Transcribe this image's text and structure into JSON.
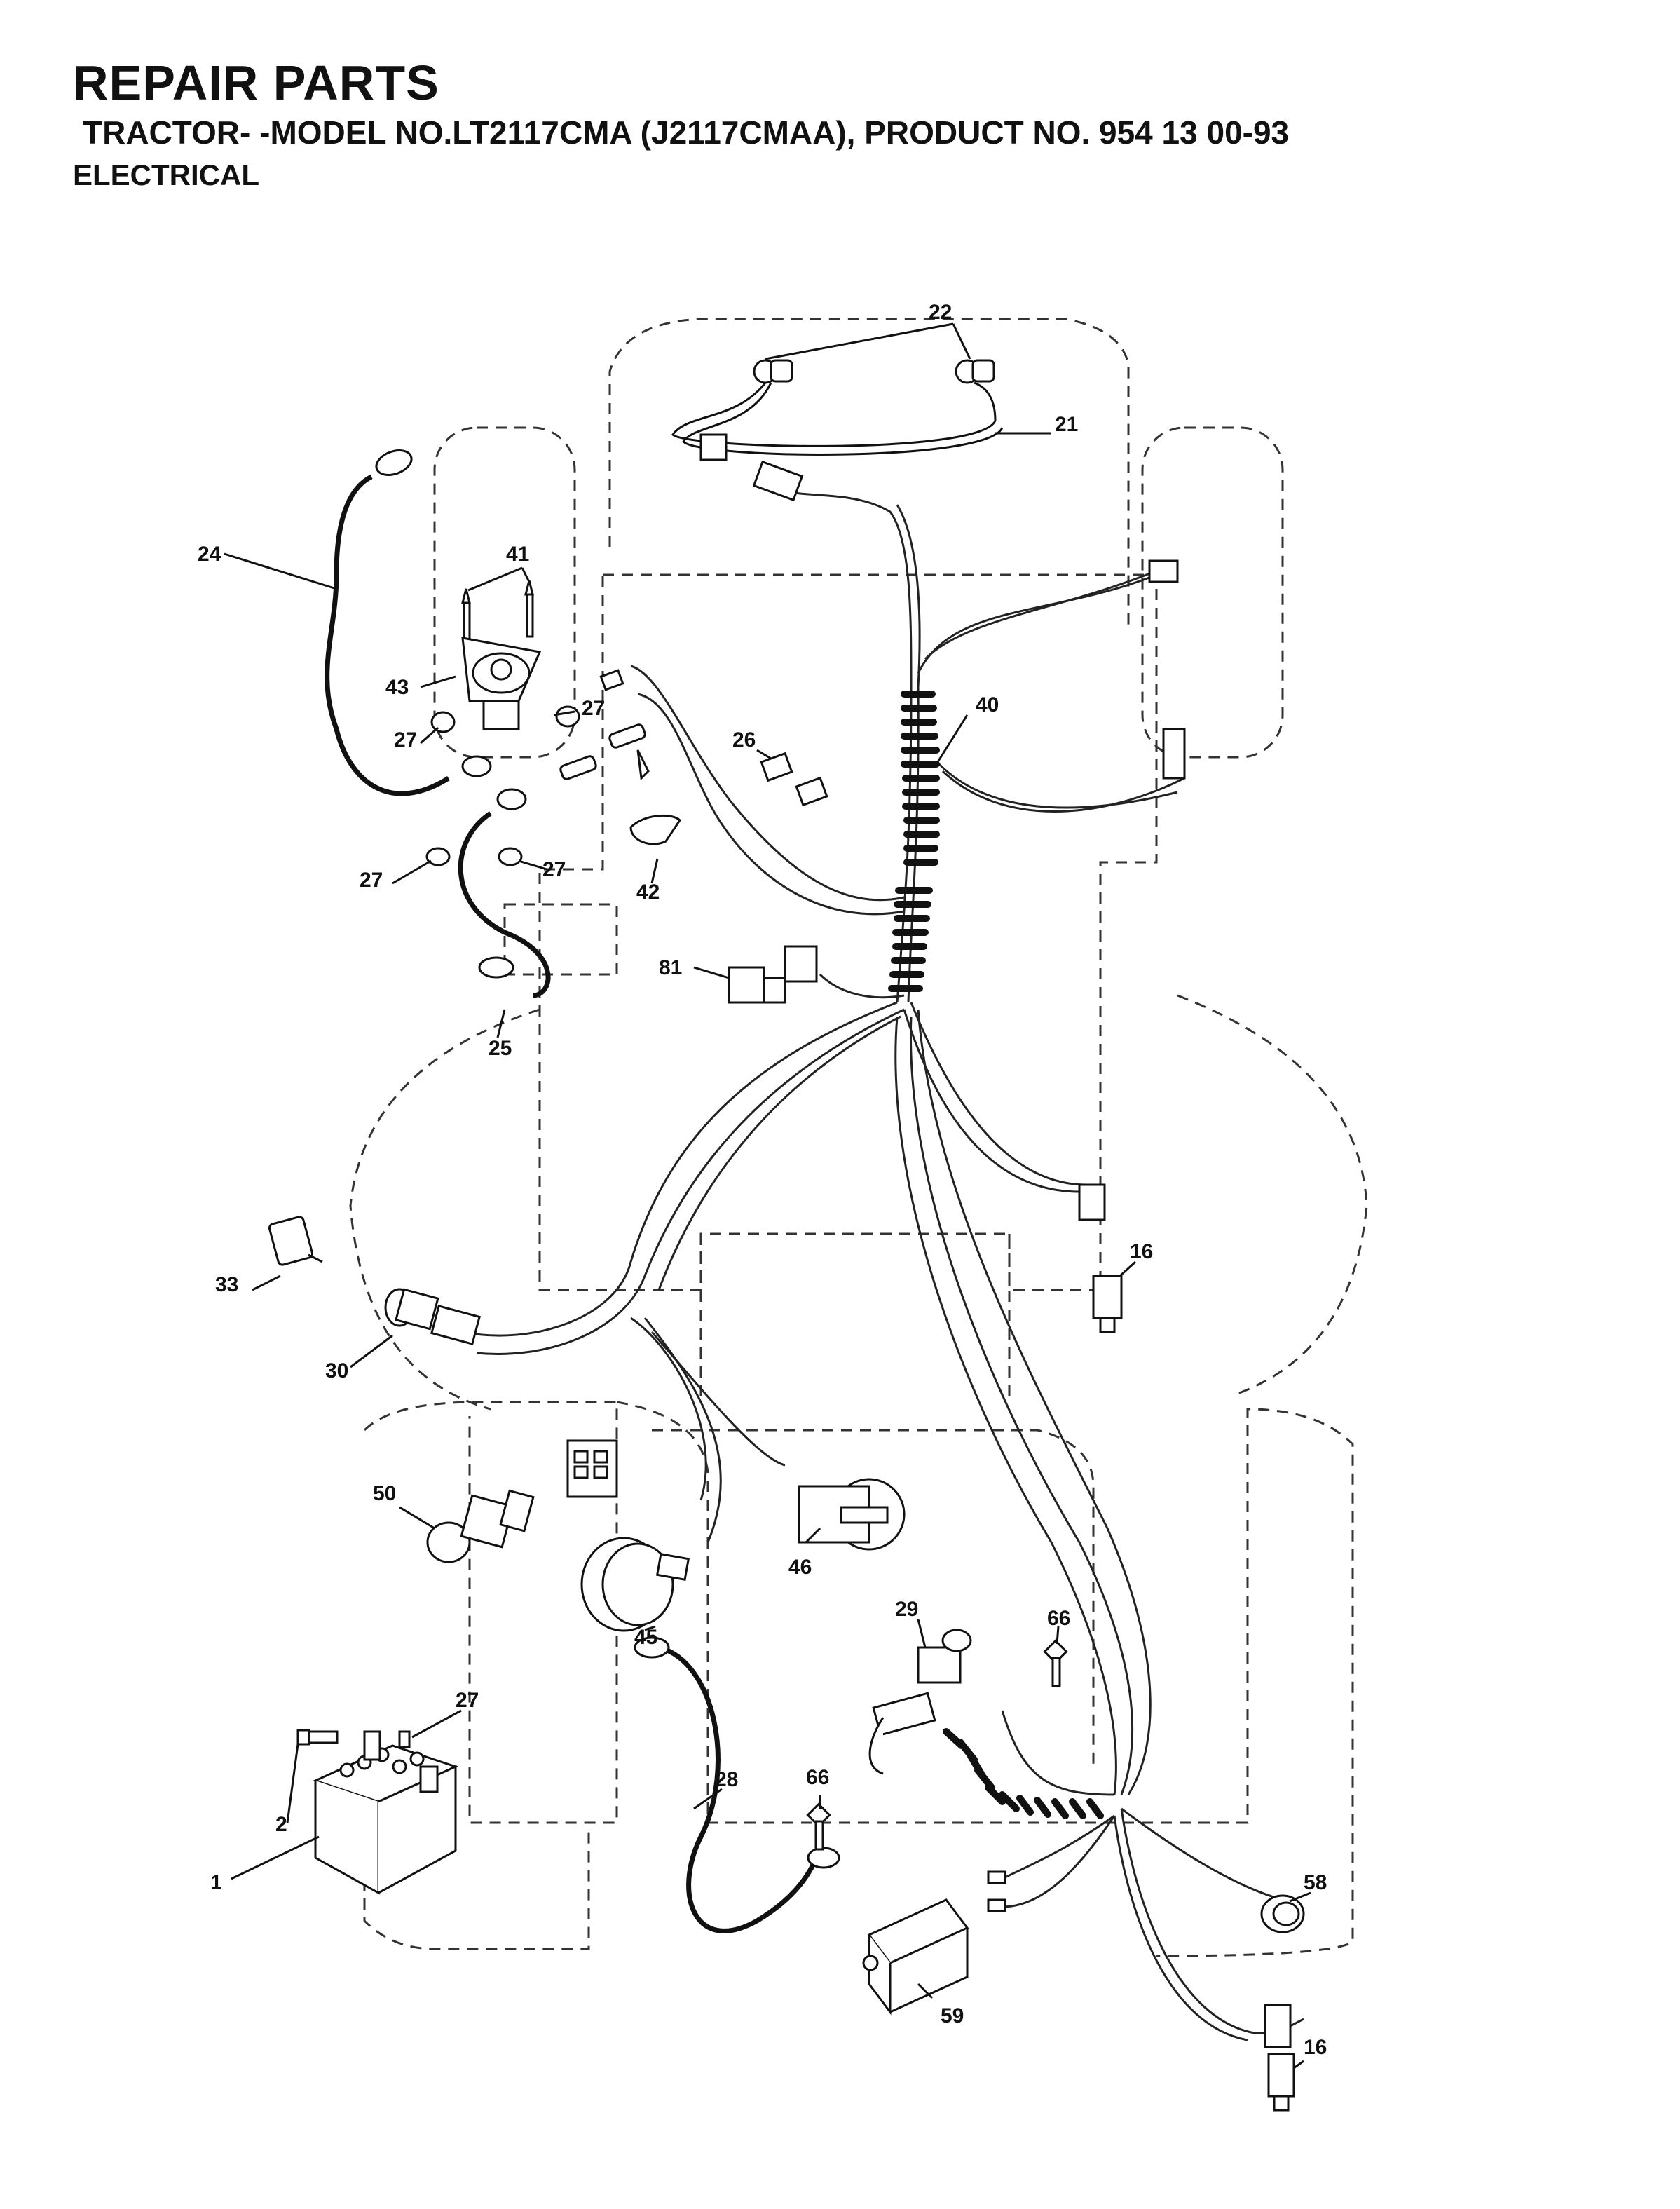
{
  "header": {
    "title": "REPAIR PARTS",
    "subtitle": "TRACTOR- -MODEL NO.LT2117CMA (J2117CMAA), PRODUCT NO. 954 13 00-93",
    "section": "ELECTRICAL"
  },
  "callouts": [
    {
      "id": "c22",
      "text": "22"
    },
    {
      "id": "c21",
      "text": "21"
    },
    {
      "id": "c24",
      "text": "24"
    },
    {
      "id": "c41",
      "text": "41"
    },
    {
      "id": "c43",
      "text": "43"
    },
    {
      "id": "c27a",
      "text": "27"
    },
    {
      "id": "c27b",
      "text": "27"
    },
    {
      "id": "c27c",
      "text": "27"
    },
    {
      "id": "c27d",
      "text": "27"
    },
    {
      "id": "c40",
      "text": "40"
    },
    {
      "id": "c26",
      "text": "26"
    },
    {
      "id": "c42",
      "text": "42"
    },
    {
      "id": "c81",
      "text": "81"
    },
    {
      "id": "c25",
      "text": "25"
    },
    {
      "id": "c16a",
      "text": "16"
    },
    {
      "id": "c33",
      "text": "33"
    },
    {
      "id": "c30",
      "text": "30"
    },
    {
      "id": "c50",
      "text": "50"
    },
    {
      "id": "c46",
      "text": "46"
    },
    {
      "id": "c45",
      "text": "45"
    },
    {
      "id": "c29",
      "text": "29"
    },
    {
      "id": "c66a",
      "text": "66"
    },
    {
      "id": "c27e",
      "text": "27"
    },
    {
      "id": "c28",
      "text": "28"
    },
    {
      "id": "c66b",
      "text": "66"
    },
    {
      "id": "c2",
      "text": "2"
    },
    {
      "id": "c1",
      "text": "1"
    },
    {
      "id": "c58",
      "text": "58"
    },
    {
      "id": "c59",
      "text": "59"
    },
    {
      "id": "c16b",
      "text": "16"
    }
  ]
}
